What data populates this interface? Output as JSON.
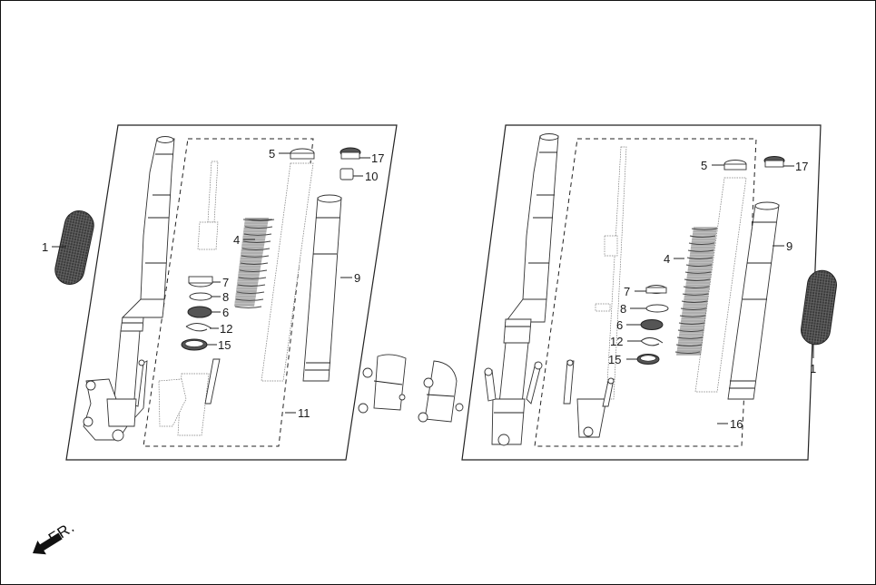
{
  "diagram": {
    "type": "exploded-parts-diagram",
    "subject": "front fork assembly (left and right legs)",
    "direction_indicator": {
      "label": "FR.",
      "icon": "arrow-down-left"
    },
    "panels": [
      {
        "id": "left",
        "kit_callout": "11",
        "callouts": [
          {
            "num": "1",
            "part": "reflector"
          },
          {
            "num": "5"
          },
          {
            "num": "17"
          },
          {
            "num": "10"
          },
          {
            "num": "4"
          },
          {
            "num": "9"
          },
          {
            "num": "7"
          },
          {
            "num": "8"
          },
          {
            "num": "6"
          },
          {
            "num": "12"
          },
          {
            "num": "15"
          },
          {
            "num": "11"
          }
        ]
      },
      {
        "id": "right",
        "kit_callout": "16",
        "callouts": [
          {
            "num": "5"
          },
          {
            "num": "17"
          },
          {
            "num": "9"
          },
          {
            "num": "4"
          },
          {
            "num": "7"
          },
          {
            "num": "8"
          },
          {
            "num": "6"
          },
          {
            "num": "12"
          },
          {
            "num": "15"
          },
          {
            "num": "16"
          },
          {
            "num": "1",
            "part": "reflector"
          }
        ]
      }
    ],
    "center_parts": [
      "fork-guard-left",
      "fork-guard-right"
    ]
  },
  "labels": {
    "left": {
      "c1": "1",
      "c5": "5",
      "c17": "17",
      "c10": "10",
      "c4": "4",
      "c9": "9",
      "c7": "7",
      "c8": "8",
      "c6": "6",
      "c12": "12",
      "c15": "15",
      "c11": "11"
    },
    "right": {
      "c5": "5",
      "c17": "17",
      "c9": "9",
      "c4": "4",
      "c7": "7",
      "c8": "8",
      "c6": "6",
      "c12": "12",
      "c15": "15",
      "c16": "16",
      "c1": "1"
    },
    "fr": "FR."
  }
}
